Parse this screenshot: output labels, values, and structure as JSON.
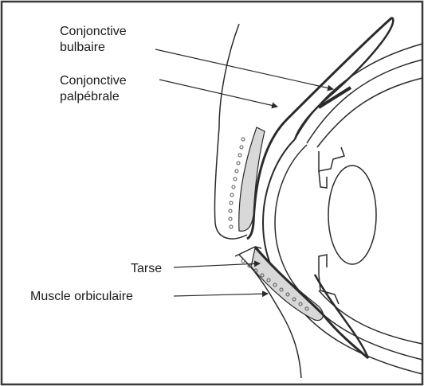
{
  "diagram": {
    "labels": {
      "conjonctive_bulbaire_line1": "Conjonctive",
      "conjonctive_bulbaire_line2": "bulbaire",
      "conjonctive_palpebrale_line1": "Conjonctive",
      "conjonctive_palpebrale_line2": "palpébrale",
      "tarse": "Tarse",
      "muscle_orbiculaire": "Muscle orbiculaire"
    },
    "colors": {
      "stroke": "#2a2a2a",
      "shading": "#d8d8d8",
      "border": "#3a3a3a"
    }
  }
}
